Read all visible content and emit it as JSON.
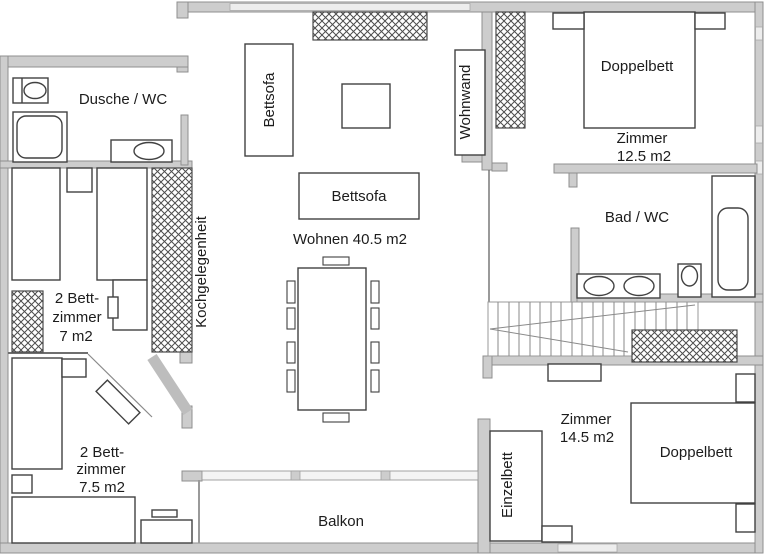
{
  "floorplan": {
    "labels": {
      "dusche_wc": "Dusche / WC",
      "bedroom7_l1": "2 Bett-",
      "bedroom7_l2": "zimmer",
      "bedroom7_l3": "7 m2",
      "bedroom75_l1": "2 Bett-",
      "bedroom75_l2": "zimmer",
      "bedroom75_l3": "7.5 m2",
      "kitchen": "Kochgelegenheit",
      "sofa_left": "Bettsofa",
      "sofa_center": "Bettsofa",
      "living": "Wohnen 40.5 m2",
      "wall_unit": "Wohnwand",
      "bed_double_top": "Doppelbett",
      "room125_l1": "Zimmer",
      "room125_l2": "12.5 m2",
      "bad_wc": "Bad / WC",
      "room145_l1": "Zimmer",
      "room145_l2": "14.5 m2",
      "bed_double_bottom": "Doppelbett",
      "bed_single": "Einzelbett",
      "balcony": "Balkon"
    },
    "colors": {
      "wall": "#cdcdcd",
      "wall_outline": "#8f8f8f",
      "window": "#ededed",
      "furniture_outline": "#414141",
      "text": "#1c1c1c"
    }
  }
}
